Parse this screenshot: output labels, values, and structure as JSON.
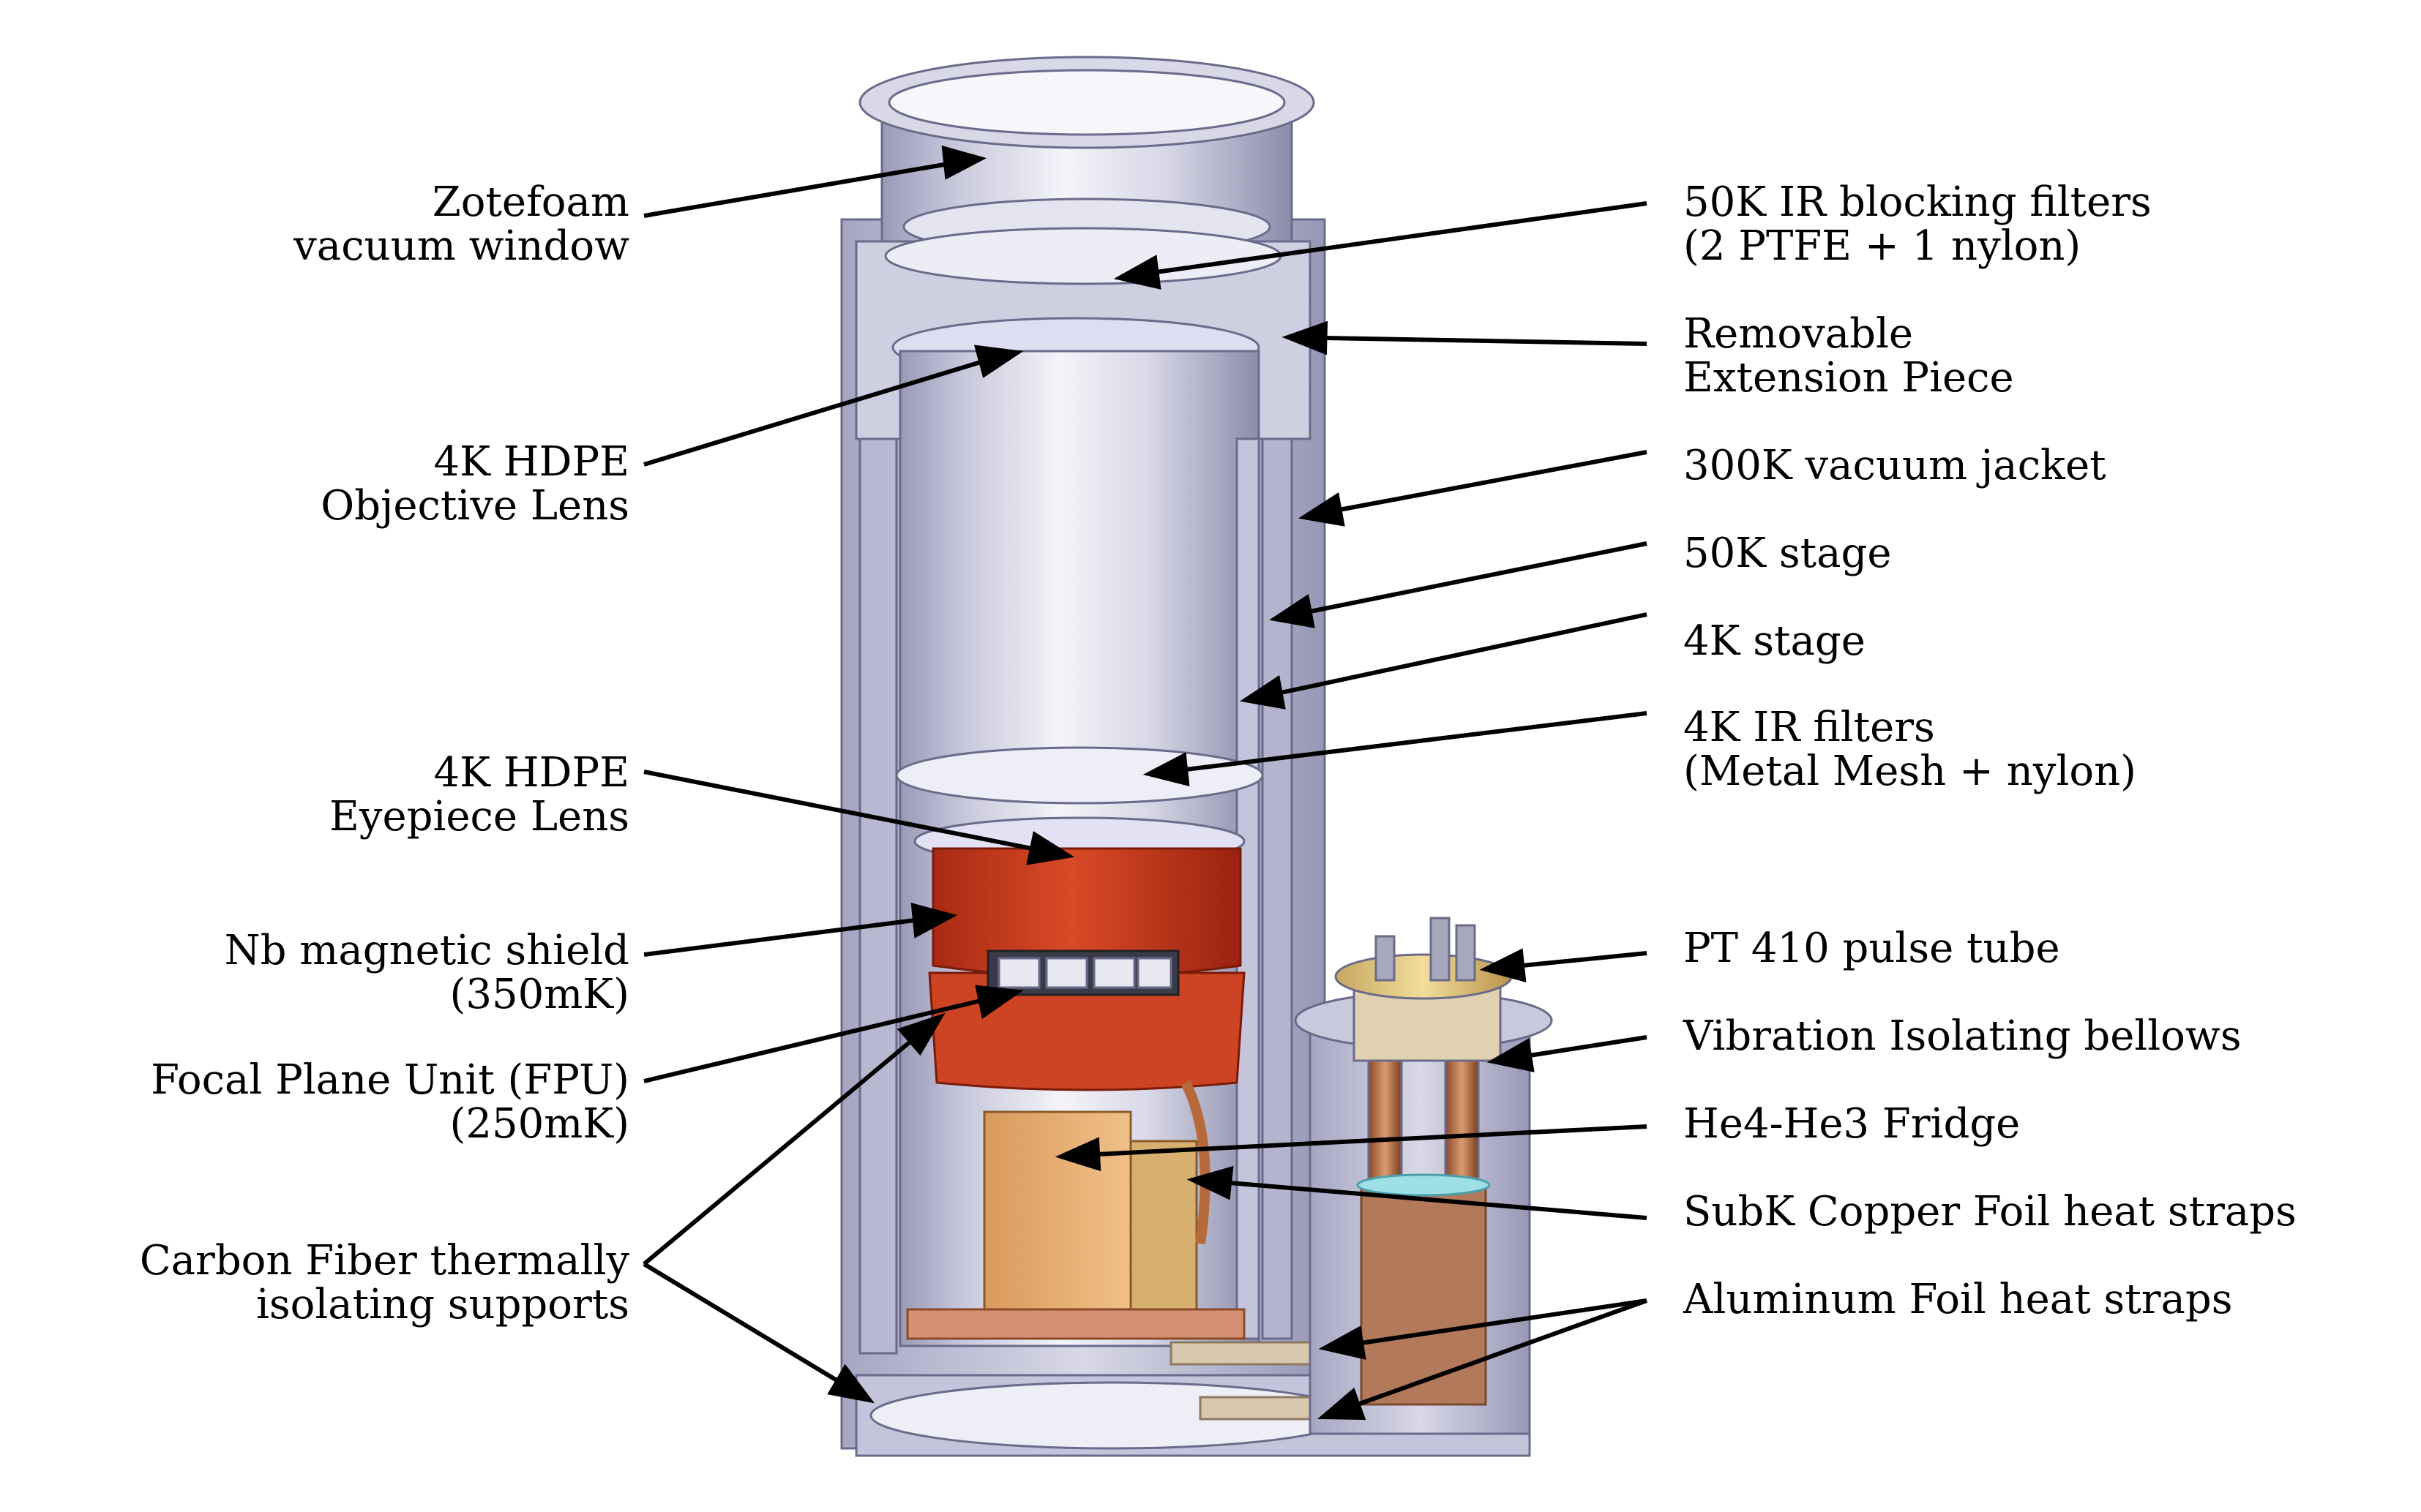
{
  "left_labels": [
    {
      "id": "zotefoam",
      "lines": [
        "Zotefoam",
        "vacuum window"
      ]
    },
    {
      "id": "objective-lens",
      "lines": [
        "4K HDPE",
        "Objective Lens"
      ]
    },
    {
      "id": "eyepiece-lens",
      "lines": [
        "4K HDPE",
        "Eyepiece Lens"
      ]
    },
    {
      "id": "nb-shield",
      "lines": [
        "Nb magnetic shield",
        "(350mK)"
      ]
    },
    {
      "id": "fpu",
      "lines": [
        "Focal Plane Unit (FPU)",
        "(250mK)"
      ]
    },
    {
      "id": "carbon-fiber",
      "lines": [
        "Carbon Fiber thermally",
        "isolating supports"
      ]
    }
  ],
  "right_labels": [
    {
      "id": "ir-blocking",
      "lines": [
        "50K IR blocking filters",
        "(2 PTFE + 1 nylon)"
      ]
    },
    {
      "id": "extension",
      "lines": [
        "Removable",
        "Extension Piece"
      ]
    },
    {
      "id": "vacuum-jacket",
      "lines": [
        "300K vacuum jacket"
      ]
    },
    {
      "id": "stage-50k",
      "lines": [
        "50K stage"
      ]
    },
    {
      "id": "stage-4k",
      "lines": [
        "4K stage"
      ]
    },
    {
      "id": "ir-filters-4k",
      "lines": [
        "4K IR filters",
        "(Metal Mesh + nylon)"
      ]
    },
    {
      "id": "pulse-tube",
      "lines": [
        "PT 410 pulse tube"
      ]
    },
    {
      "id": "bellows",
      "lines": [
        "Vibration Isolating bellows"
      ]
    },
    {
      "id": "fridge",
      "lines": [
        "He4-He3 Fridge"
      ]
    },
    {
      "id": "copper-straps",
      "lines": [
        "SubK Copper Foil heat straps"
      ]
    },
    {
      "id": "aluminum-straps",
      "lines": [
        "Aluminum Foil heat straps"
      ]
    }
  ]
}
